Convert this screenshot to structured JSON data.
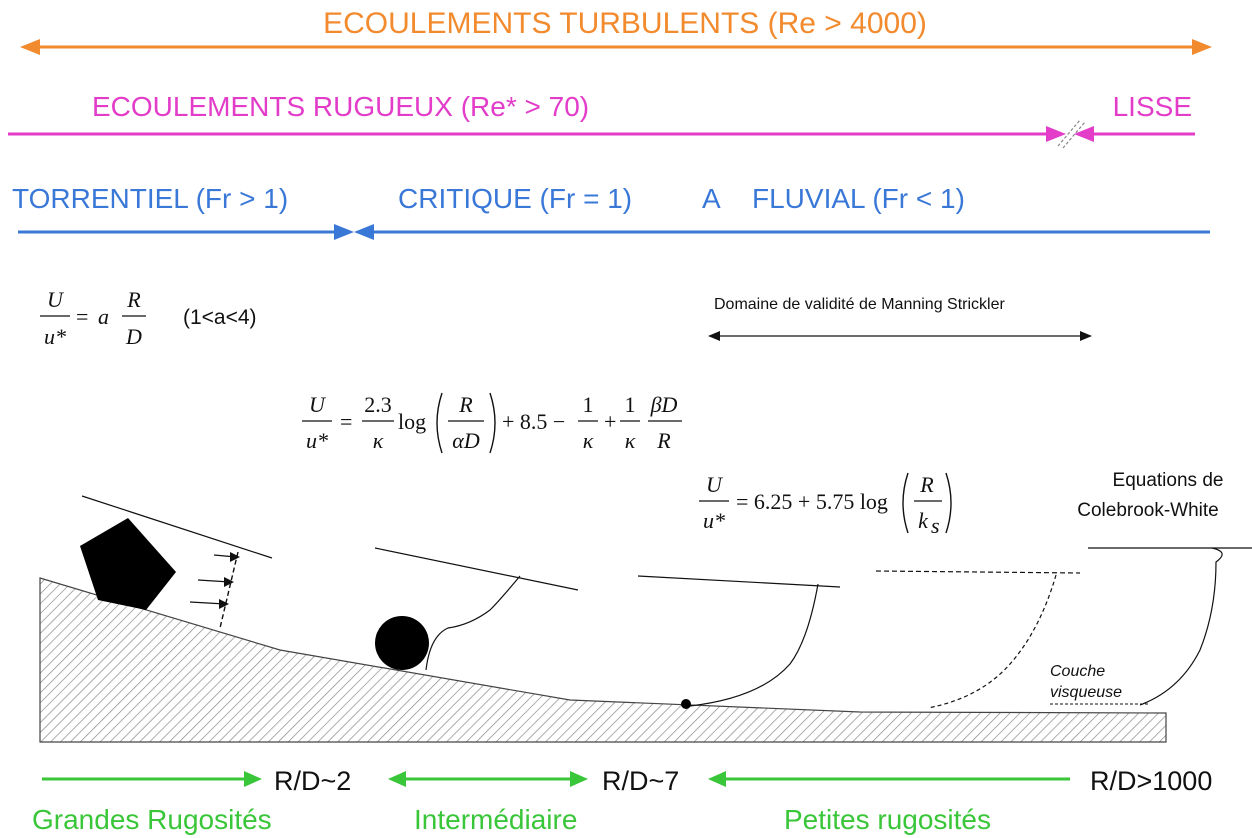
{
  "colors": {
    "turbulent": "#f28a2e",
    "rugueux": "#e23cc9",
    "froude": "#3a78d8",
    "rugosity": "#39c639",
    "ink": "#111111"
  },
  "regimes": {
    "turbulent": "ECOULEMENTS TURBULENTS (Re > 4000)",
    "rugueux": "ECOULEMENTS RUGUEUX (Re* > 70)",
    "lisse": "LISSE",
    "torrentiel": "TORRENTIEL (Fr > 1)",
    "critique": "CRITIQUE (Fr = 1)",
    "a": "A",
    "fluvial": "FLUVIAL (Fr < 1)"
  },
  "equations": {
    "eq1": {
      "lhs_num": "U",
      "lhs_den": "u*",
      "eq": "=",
      "coef": "a",
      "frac_num": "R",
      "frac_den": "D",
      "range": "(1<a<4)"
    },
    "eq2": {
      "lhs_num": "U",
      "lhs_den": "u*",
      "eq": "=",
      "f1_num": "2.3",
      "f1_den": "κ",
      "log": "log",
      "f2_num": "R",
      "f2_den": "αD",
      "plus": "+ 8.5 −",
      "f3_num": "1",
      "f3_den": "κ",
      "plus2": "+",
      "f4_num": "1",
      "f4_den": "κ",
      "f5_num": "βD",
      "f5_den": "R"
    },
    "eq3": {
      "lhs_num": "U",
      "lhs_den": "u*",
      "rhs": "= 6.25 + 5.75 log",
      "frac_num": "R",
      "frac_den": "k",
      "frac_den_sub": "s"
    }
  },
  "annotations": {
    "manning": "Domaine de validité de Manning Strickler",
    "colebrook_line1": "Equations de",
    "colebrook_line2": "Colebrook-White",
    "couche_line1": "Couche",
    "couche_line2": "visqueuse"
  },
  "ratios": {
    "rd2": "R/D~2",
    "rd7": "R/D~7",
    "rd1000": "R/D>1000"
  },
  "categories": {
    "grandes": "Grandes Rugosités",
    "intermediaire": "Intermédiaire",
    "petites": "Petites rugosités"
  }
}
